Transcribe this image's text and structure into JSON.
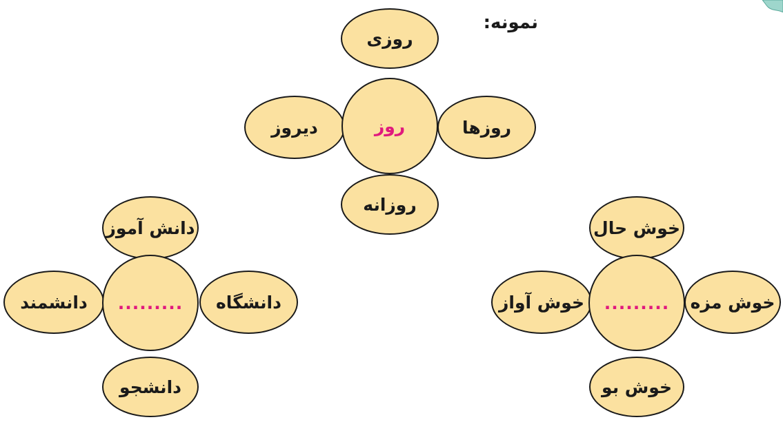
{
  "colors": {
    "bubble_fill": "#fbe1a0",
    "stroke": "#1a1a1a",
    "accent": "#e0197d"
  },
  "example_label": "نمونه:",
  "clusters": [
    {
      "center": "روز",
      "top": "روزی",
      "bottom": "روزانه",
      "left": "دیروز",
      "right": "روزها"
    },
    {
      "center": ".........",
      "top": "دانش آموز",
      "bottom": "دانشجو",
      "left": "دانشمند",
      "right": "دانشگاه"
    },
    {
      "center": ".........",
      "top": "خوش حال",
      "bottom": "خوش بو",
      "left": "خوش آواز",
      "right": "خوش مزه"
    }
  ]
}
